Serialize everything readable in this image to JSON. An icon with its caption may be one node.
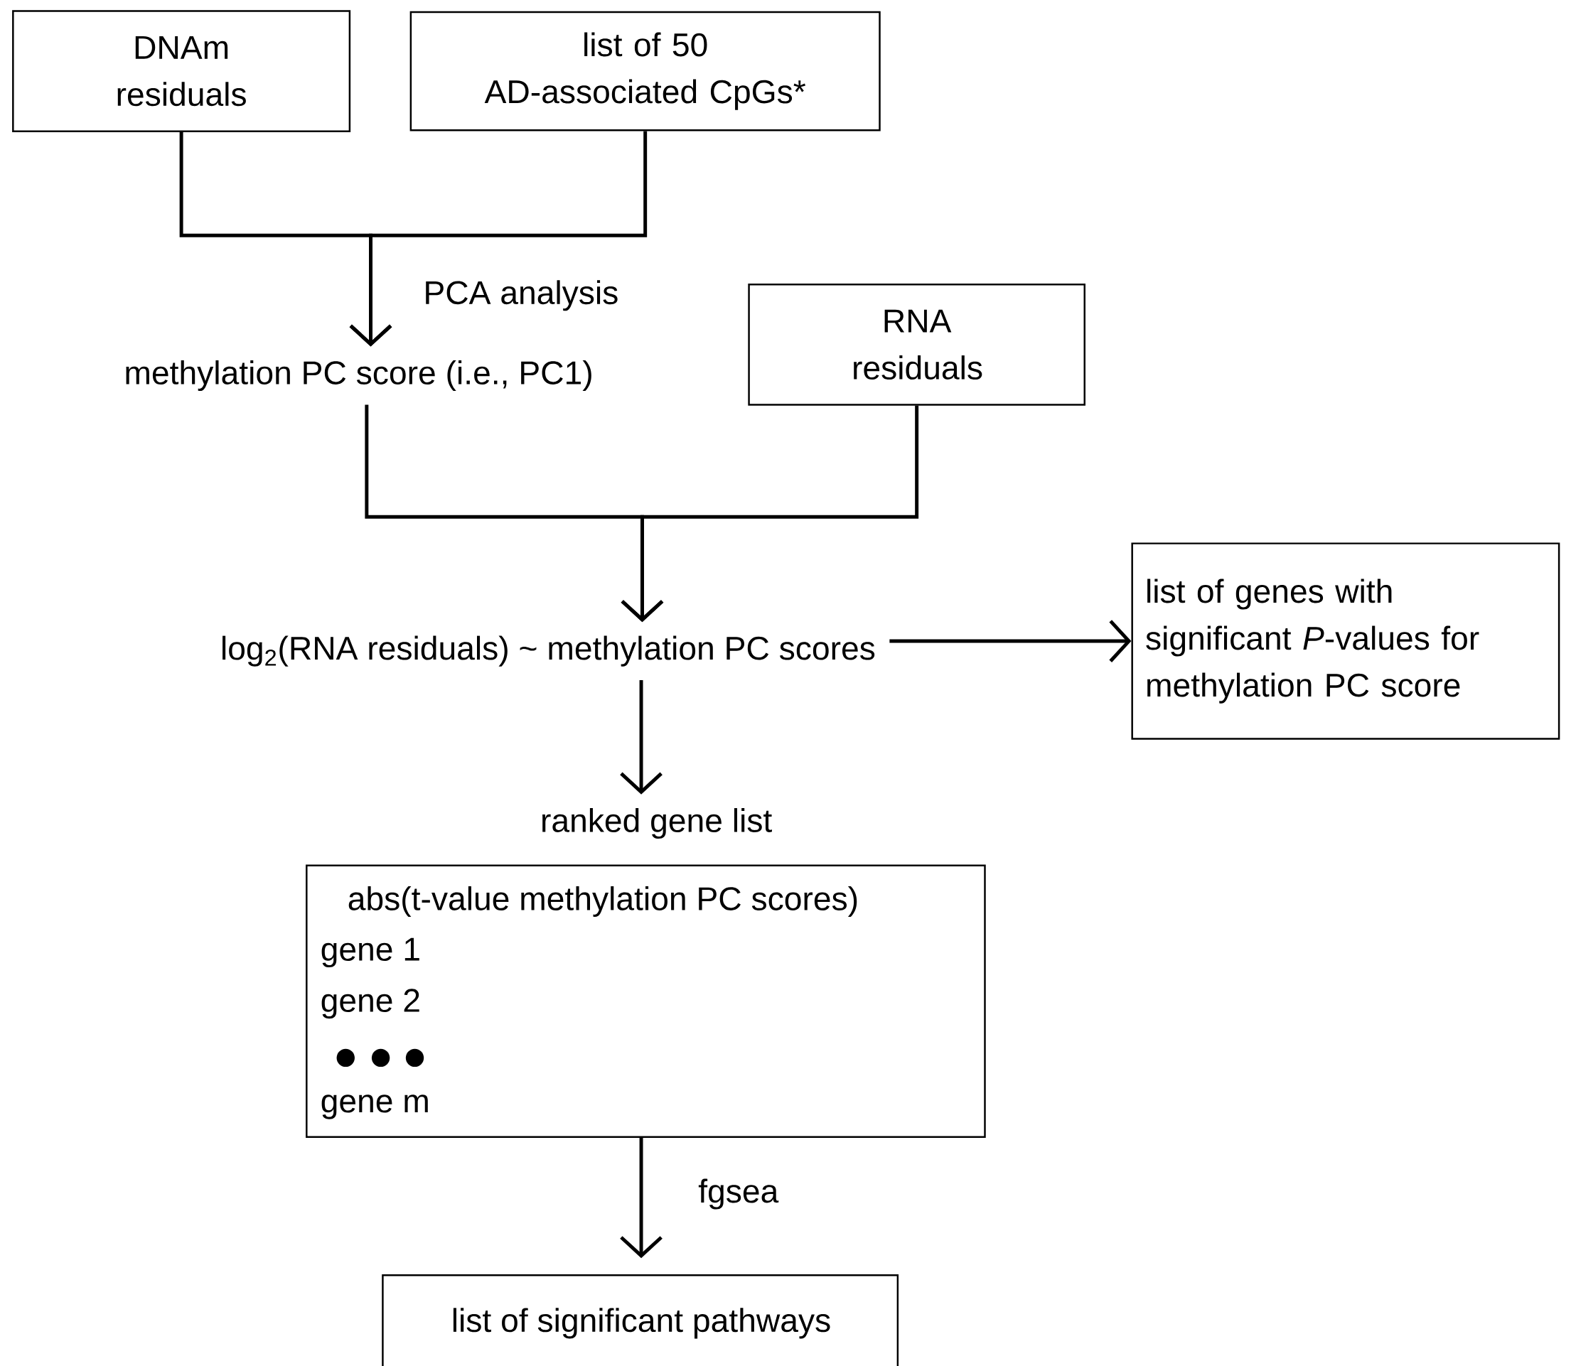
{
  "diagram": {
    "nodes": [
      {
        "text": [
          "DNAm residuals"
        ]
      },
      {
        "text": [
          "list of 50 AD-associated CpGs*"
        ]
      },
      {
        "text": [
          "methylation PC score (i.e., PC1)"
        ]
      },
      {
        "text": [
          "RNA residuals"
        ]
      },
      {
        "text": [
          "log$_{2}$(RNA residuals) ~ methylation PC scores"
        ]
      },
      {
        "text": [
          "list of genes with significant *P*-values for methylation PC score"
        ]
      },
      {
        "text": [
          "ranked gene list",
          "abs(t-value  methylation PC scores)",
          "gene 1",
          "gene 2",
          "gene m"
        ]
      },
      {
        "text": [
          "list of significant pathways"
        ]
      }
    ],
    "edges": [
      {
        "from": 0,
        "to": 2,
        "arrow": "to",
        "label": "PCA analysis"
      },
      {
        "from": 1,
        "to": 2,
        "arrow": "to"
      },
      {
        "from": 2,
        "to": 4,
        "arrow": "to"
      },
      {
        "from": 3,
        "to": 4,
        "arrow": "to"
      },
      {
        "from": 4,
        "to": 5,
        "arrow": "to"
      },
      {
        "from": 4,
        "to": 6,
        "arrow": "to"
      },
      {
        "from": 6,
        "to": 7,
        "arrow": "to",
        "label": "fgsea"
      }
    ]
  }
}
